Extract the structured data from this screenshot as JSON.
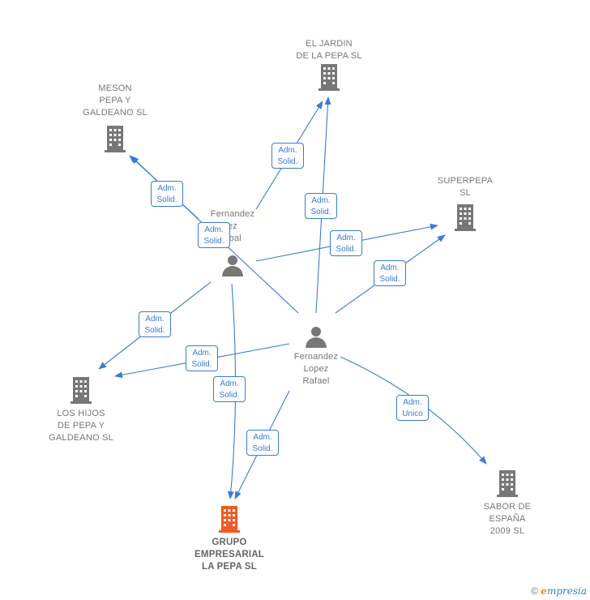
{
  "colors": {
    "edge": "#3a7bd5",
    "company": "#777777",
    "main_company": "#f05a24",
    "person": "#777777"
  },
  "nodes": {
    "jardin": {
      "label": "EL JARDIN\nDE LA PEPA  SL",
      "icon": "building-icon"
    },
    "meson": {
      "label": "MESON\nPEPA Y\nGALDEANO  SL",
      "icon": "building-icon"
    },
    "superpepa": {
      "label": "SUPERPEPA\nSL",
      "icon": "building-icon"
    },
    "hijos": {
      "label": "LOS HIJOS\nDE PEPA Y\nGALDEANO  SL",
      "icon": "building-icon"
    },
    "grupo": {
      "label": "GRUPO\nEMPRESARIAL\nLA PEPA  SL",
      "icon": "building-icon"
    },
    "sabor": {
      "label": "SABOR DE\nESPAÑA\n2009 SL",
      "icon": "building-icon"
    },
    "cristobal": {
      "label": "Fernandez\nez\nobal",
      "icon": "person-icon"
    },
    "rafael": {
      "label": "Fernandez\nLopez\nRafael",
      "icon": "person-icon"
    }
  },
  "edge_labels": [
    {
      "l1": "Adm.",
      "l2": "Solid."
    },
    {
      "l1": "Adm.",
      "l2": "Solid."
    },
    {
      "l1": "Adm.",
      "l2": "Solid."
    },
    {
      "l1": "Adm.",
      "l2": "Solid."
    },
    {
      "l1": "Adm.",
      "l2": "Solid."
    },
    {
      "l1": "Adm.",
      "l2": "Solid."
    },
    {
      "l1": "Adm.",
      "l2": "Solid."
    },
    {
      "l1": "Adm.",
      "l2": "Solid."
    },
    {
      "l1": "Adm.",
      "l2": "Solid."
    },
    {
      "l1": "Adm.",
      "l2": "Solid."
    },
    {
      "l1": "Adm.",
      "l2": "Unico"
    }
  ],
  "footer": {
    "copyright": "©",
    "brand_e": "e",
    "brand_rest": "mpresia"
  }
}
